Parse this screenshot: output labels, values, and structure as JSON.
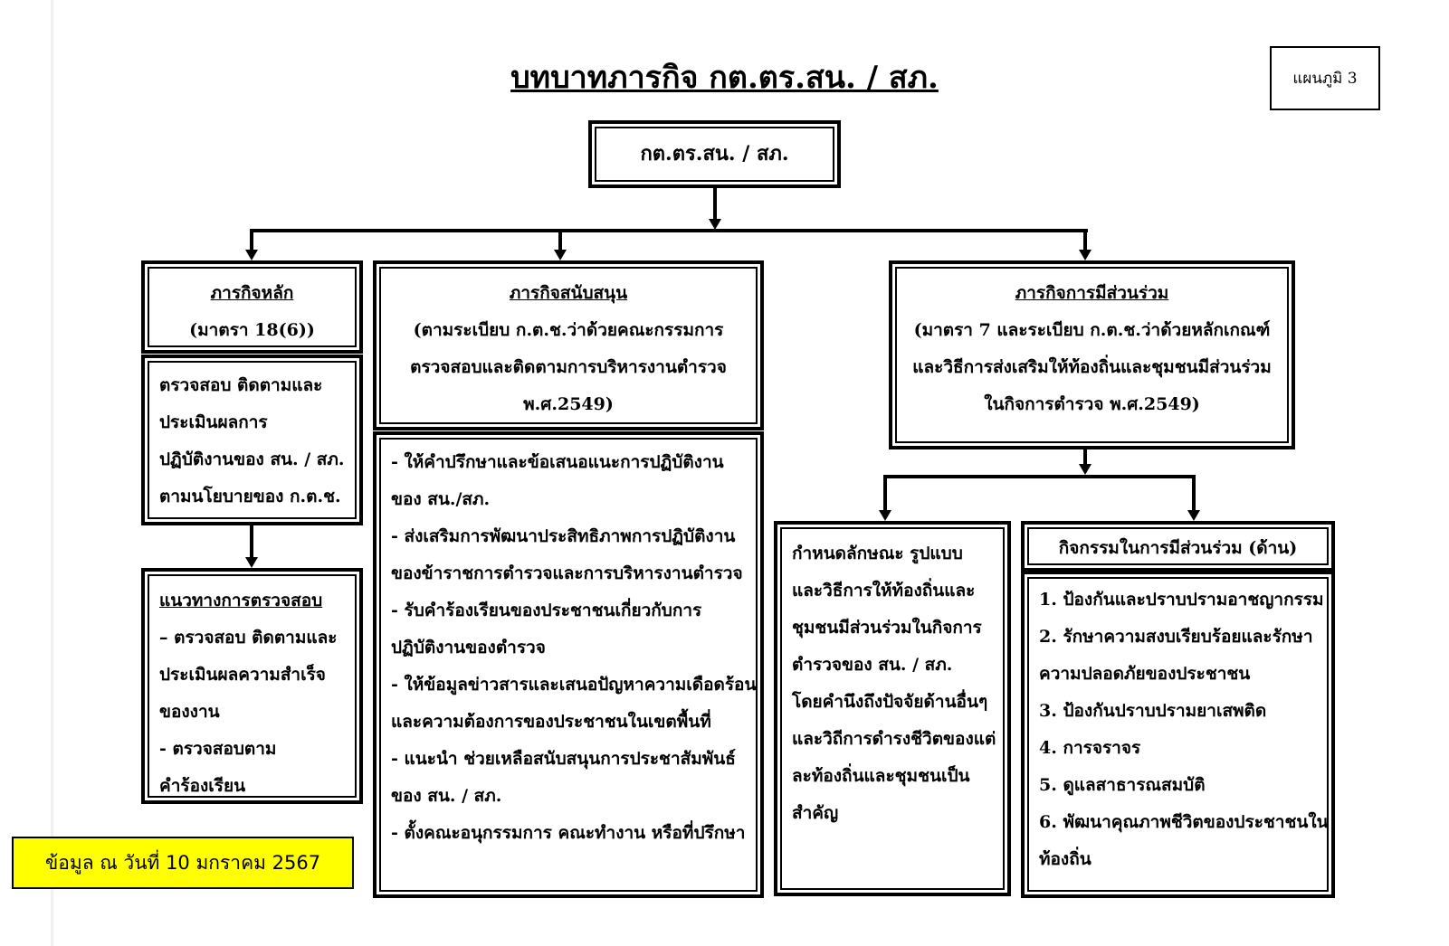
{
  "title": "บทบาทภารกิจ กต.ตร.สน. / สภ.",
  "badge": "แผนภูมิ 3",
  "root": "กต.ตร.สน. / สภ.",
  "main_mission": {
    "heading": "ภารกิจหลัก",
    "subheading": "(มาตรา 18(6))",
    "body": [
      "ตรวจสอบ ติดตามและ",
      "ประเมินผลการ",
      "ปฏิบัติงานของ สน. / สภ.",
      "ตามนโยบายของ ก.ต.ช."
    ]
  },
  "inspection_guidelines": {
    "heading": "แนวทางการตรวจสอบ",
    "body": [
      "– ตรวจสอบ ติดตามและ",
      "ประเมินผลความสำเร็จ",
      "ของงาน",
      "- ตรวจสอบตาม",
      "คำร้องเรียน"
    ]
  },
  "support_mission": {
    "heading": "ภารกิจสนับสนุน",
    "subheading": [
      "(ตามระเบียบ ก.ต.ช.ว่าด้วยคณะกรรมการ",
      "ตรวจสอบและติดตามการบริหารงานตำรวจ",
      "พ.ศ.2549)"
    ],
    "body": [
      "- ให้คำปรึกษาและข้อเสนอแนะการปฏิบัติงาน",
      "ของ สน./สภ.",
      "- ส่งเสริมการพัฒนาประสิทธิภาพการปฏิบัติงาน",
      "ของข้าราชการตำรวจและการบริหารงานตำรวจ",
      "- รับคำร้องเรียนของประชาชนเกี่ยวกับการ",
      "ปฏิบัติงานของตำรวจ",
      "- ให้ข้อมูลข่าวสารและเสนอปัญหาความเดือดร้อน",
      "และความต้องการของประชาชนในเขตพื้นที่",
      "- แนะนำ ช่วยเหลือสนับสนุนการประชาสัมพันธ์",
      "ของ สน. / สภ.",
      "- ตั้งคณะอนุกรรมการ คณะทำงาน หรือที่ปรึกษา"
    ]
  },
  "participation_mission": {
    "heading": "ภารกิจการมีส่วนร่วม",
    "subheading": [
      "(มาตรา 7 และระเบียบ ก.ต.ช.ว่าด้วยหลักเกณฑ์",
      "และวิธีการส่งเสริมให้ท้องถิ่นและชุมชนมีส่วนร่วม",
      "ในกิจการตำรวจ พ.ศ.2549)"
    ]
  },
  "participation_format": {
    "body": [
      "กำหนดลักษณะ รูปแบบ",
      "และวิธีการให้ท้องถิ่นและ",
      "ชุมชนมีส่วนร่วมในกิจการ",
      "ตำรวจของ สน. / สภ.",
      "โดยคำนึงถึงปัจจัยด้านอื่นๆ",
      "และวิถีการดำรงชีวิตของแต่",
      "ละท้องถิ่นและชุมชนเป็น",
      "สำคัญ"
    ]
  },
  "participation_activities": {
    "heading": "กิจกรรมในการมีส่วนร่วม (ด้าน)",
    "body": [
      "1. ป้องกันและปราบปรามอาชญากรรม",
      "2. รักษาความสงบเรียบร้อยและรักษา",
      "ความปลอดภัยของประชาชน",
      "3. ป้องกันปราบปรามยาเสพติด",
      "4. การจราจร",
      "5. ดูแลสาธารณสมบัติ",
      "6. พัฒนาคุณภาพชีวิตของประชาชนใน",
      "ท้องถิ่น"
    ]
  },
  "note": "ข้อมูล ณ วันที่ 10 มกราคม 2567"
}
